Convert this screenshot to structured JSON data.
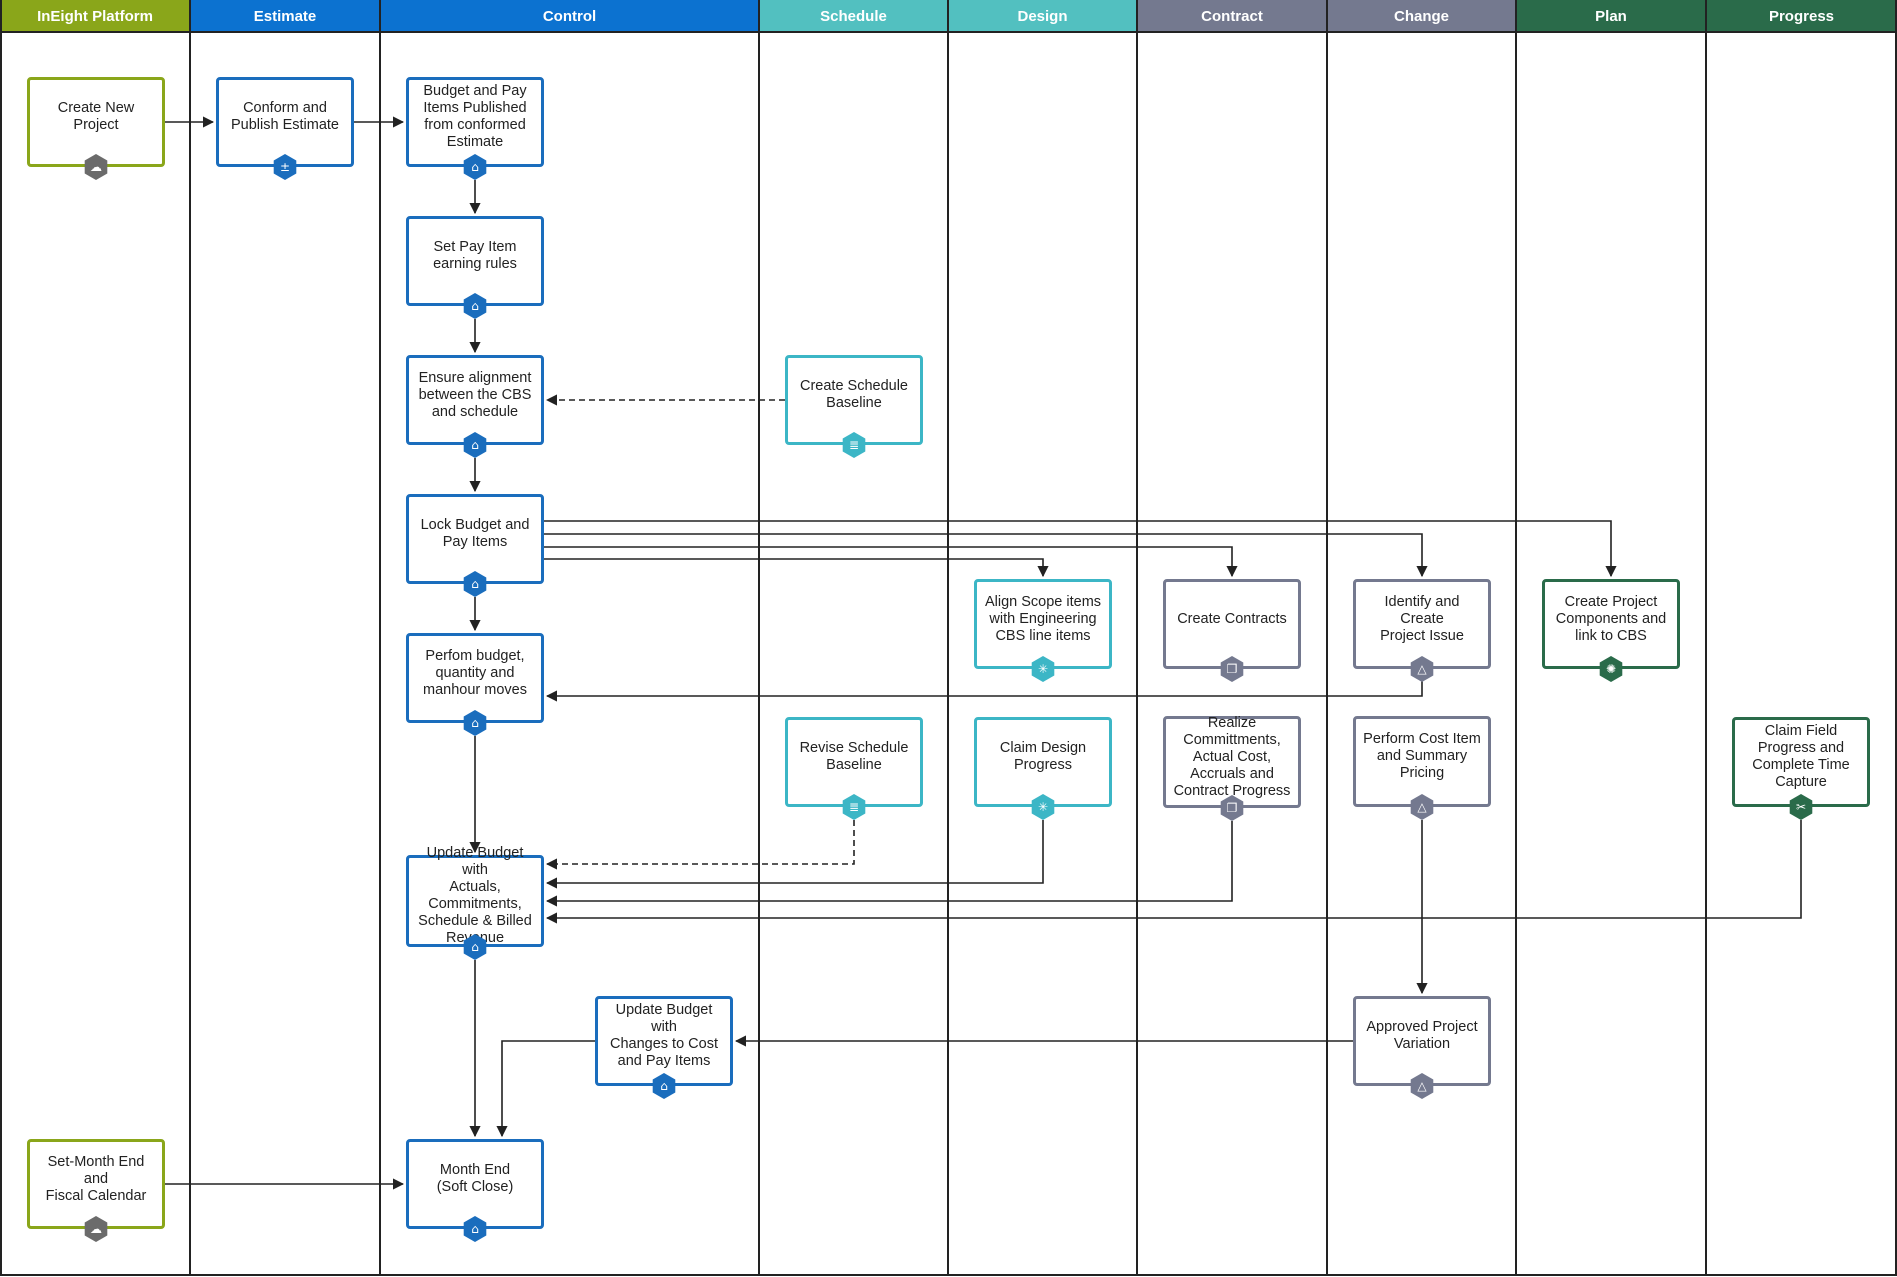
{
  "colors": {
    "green": "#8aa61a",
    "blue": "#1a6dbd",
    "teal": "#3cb6c6",
    "slate": "#74798f",
    "darkgreen": "#2a6b4a",
    "gray": "#6b6b6b",
    "lane_header_platform": "#8aa61a",
    "lane_header_estimate": "#0c72d0",
    "lane_header_control": "#0c72d0",
    "lane_header_schedule": "#52c0c0",
    "lane_header_design": "#52c0c0",
    "lane_header_contract": "#74798f",
    "lane_header_change": "#74798f",
    "lane_header_plan": "#2a6b4a",
    "lane_header_progress": "#2a6b4a"
  },
  "lanes": [
    {
      "id": "platform",
      "label": "InEight Platform",
      "color_key": "lane_header_platform"
    },
    {
      "id": "estimate",
      "label": "Estimate",
      "color_key": "lane_header_estimate"
    },
    {
      "id": "control",
      "label": "Control",
      "color_key": "lane_header_control"
    },
    {
      "id": "schedule",
      "label": "Schedule",
      "color_key": "lane_header_schedule"
    },
    {
      "id": "design",
      "label": "Design",
      "color_key": "lane_header_design"
    },
    {
      "id": "contract",
      "label": "Contract",
      "color_key": "lane_header_contract"
    },
    {
      "id": "change",
      "label": "Change",
      "color_key": "lane_header_change"
    },
    {
      "id": "plan",
      "label": "Plan",
      "color_key": "lane_header_plan"
    },
    {
      "id": "progress",
      "label": "Progress",
      "color_key": "lane_header_progress"
    }
  ],
  "nodes": [
    {
      "id": "create-new-project",
      "text": "Create New Project",
      "lane": "platform",
      "color_key": "green",
      "badge_color_key": "gray",
      "icon": "cloud-icon"
    },
    {
      "id": "set-month-end",
      "text": "Set-Month End and\nFiscal Calendar",
      "lane": "platform",
      "color_key": "green",
      "badge_color_key": "gray",
      "icon": "cloud-icon"
    },
    {
      "id": "conform-publish-estimate",
      "text": "Conform and\nPublish Estimate",
      "lane": "estimate",
      "color_key": "blue",
      "badge_color_key": "blue",
      "icon": "calculator-icon"
    },
    {
      "id": "budget-pay-items-published",
      "text": "Budget and Pay\nItems Published\nfrom conformed\nEstimate",
      "lane": "control",
      "color_key": "blue",
      "badge_color_key": "blue",
      "icon": "control-icon"
    },
    {
      "id": "set-pay-item-rules",
      "text": "Set Pay Item\nearning rules",
      "lane": "control",
      "color_key": "blue",
      "badge_color_key": "blue",
      "icon": "control-icon"
    },
    {
      "id": "ensure-alignment",
      "text": "Ensure alignment\nbetween the CBS\nand schedule",
      "lane": "control",
      "color_key": "blue",
      "badge_color_key": "blue",
      "icon": "control-icon"
    },
    {
      "id": "lock-budget",
      "text": "Lock Budget and\nPay Items",
      "lane": "control",
      "color_key": "blue",
      "badge_color_key": "blue",
      "icon": "control-icon"
    },
    {
      "id": "perform-budget-moves",
      "text": "Perfom budget,\nquantity and\nmanhour moves",
      "lane": "control",
      "color_key": "blue",
      "badge_color_key": "blue",
      "icon": "control-icon"
    },
    {
      "id": "update-budget-actuals",
      "text": "Update Budget with\nActuals,\nCommitments,\nSchedule & Billed\nRevenue",
      "lane": "control",
      "color_key": "blue",
      "badge_color_key": "blue",
      "icon": "control-icon"
    },
    {
      "id": "update-budget-changes",
      "text": "Update Budget with\nChanges to Cost\nand Pay Items",
      "lane": "control",
      "color_key": "blue",
      "badge_color_key": "blue",
      "icon": "control-icon"
    },
    {
      "id": "month-end-soft-close",
      "text": "Month End\n(Soft Close)",
      "lane": "control",
      "color_key": "blue",
      "badge_color_key": "blue",
      "icon": "control-icon"
    },
    {
      "id": "create-schedule-baseline",
      "text": "Create Schedule\nBaseline",
      "lane": "schedule",
      "color_key": "teal",
      "badge_color_key": "teal",
      "icon": "schedule-icon"
    },
    {
      "id": "revise-schedule-baseline",
      "text": "Revise Schedule\nBaseline",
      "lane": "schedule",
      "color_key": "teal",
      "badge_color_key": "teal",
      "icon": "schedule-icon"
    },
    {
      "id": "align-scope-items",
      "text": "Align Scope items\nwith Engineering\nCBS line items",
      "lane": "design",
      "color_key": "teal",
      "badge_color_key": "teal",
      "icon": "design-icon"
    },
    {
      "id": "claim-design-progress",
      "text": "Claim Design\nProgress",
      "lane": "design",
      "color_key": "teal",
      "badge_color_key": "teal",
      "icon": "design-icon"
    },
    {
      "id": "create-contracts",
      "text": "Create Contracts",
      "lane": "contract",
      "color_key": "slate",
      "badge_color_key": "slate",
      "icon": "contract-icon"
    },
    {
      "id": "realize-commitments",
      "text": "Realize\nCommittments,\nActual Cost,\nAccruals and\nContract Progress",
      "lane": "contract",
      "color_key": "slate",
      "badge_color_key": "slate",
      "icon": "contract-icon"
    },
    {
      "id": "identify-project-issue",
      "text": "Identify and Create\nProject Issue",
      "lane": "change",
      "color_key": "slate",
      "badge_color_key": "slate",
      "icon": "change-icon"
    },
    {
      "id": "perform-cost-item-pricing",
      "text": "Perform Cost Item\nand Summary\nPricing",
      "lane": "change",
      "color_key": "slate",
      "badge_color_key": "slate",
      "icon": "change-icon"
    },
    {
      "id": "approved-project-variation",
      "text": "Approved Project\nVariation",
      "lane": "change",
      "color_key": "slate",
      "badge_color_key": "slate",
      "icon": "change-icon"
    },
    {
      "id": "create-project-components",
      "text": "Create Project\nComponents and\nlink to CBS",
      "lane": "plan",
      "color_key": "darkgreen",
      "badge_color_key": "darkgreen",
      "icon": "plan-icon"
    },
    {
      "id": "claim-field-progress",
      "text": "Claim Field\nProgress and\nComplete Time\nCapture",
      "lane": "progress",
      "color_key": "darkgreen",
      "badge_color_key": "darkgreen",
      "icon": "progress-icon"
    }
  ],
  "connectors": [
    {
      "from": "create-new-project",
      "to": "conform-publish-estimate",
      "style": "solid"
    },
    {
      "from": "conform-publish-estimate",
      "to": "budget-pay-items-published",
      "style": "solid"
    },
    {
      "from": "budget-pay-items-published",
      "to": "set-pay-item-rules",
      "style": "solid"
    },
    {
      "from": "set-pay-item-rules",
      "to": "ensure-alignment",
      "style": "solid"
    },
    {
      "from": "create-schedule-baseline",
      "to": "ensure-alignment",
      "style": "dashed"
    },
    {
      "from": "ensure-alignment",
      "to": "lock-budget",
      "style": "solid"
    },
    {
      "from": "lock-budget",
      "to": "create-project-components",
      "style": "solid"
    },
    {
      "from": "lock-budget",
      "to": "identify-project-issue",
      "style": "solid"
    },
    {
      "from": "lock-budget",
      "to": "create-contracts",
      "style": "solid"
    },
    {
      "from": "lock-budget",
      "to": "align-scope-items",
      "style": "solid"
    },
    {
      "from": "lock-budget",
      "to": "perform-budget-moves",
      "style": "solid"
    },
    {
      "from": "identify-project-issue",
      "to": "perform-budget-moves",
      "style": "solid"
    },
    {
      "from": "perform-budget-moves",
      "to": "update-budget-actuals",
      "style": "solid"
    },
    {
      "from": "revise-schedule-baseline",
      "to": "update-budget-actuals",
      "style": "dashed"
    },
    {
      "from": "claim-design-progress",
      "to": "update-budget-actuals",
      "style": "solid"
    },
    {
      "from": "realize-commitments",
      "to": "update-budget-actuals",
      "style": "solid"
    },
    {
      "from": "claim-field-progress",
      "to": "update-budget-actuals",
      "style": "solid"
    },
    {
      "from": "perform-cost-item-pricing",
      "to": "approved-project-variation",
      "style": "solid"
    },
    {
      "from": "approved-project-variation",
      "to": "update-budget-changes",
      "style": "solid"
    },
    {
      "from": "update-budget-changes",
      "to": "month-end-soft-close",
      "style": "solid"
    },
    {
      "from": "update-budget-actuals",
      "to": "month-end-soft-close",
      "style": "solid"
    },
    {
      "from": "set-month-end",
      "to": "month-end-soft-close",
      "style": "solid"
    }
  ]
}
